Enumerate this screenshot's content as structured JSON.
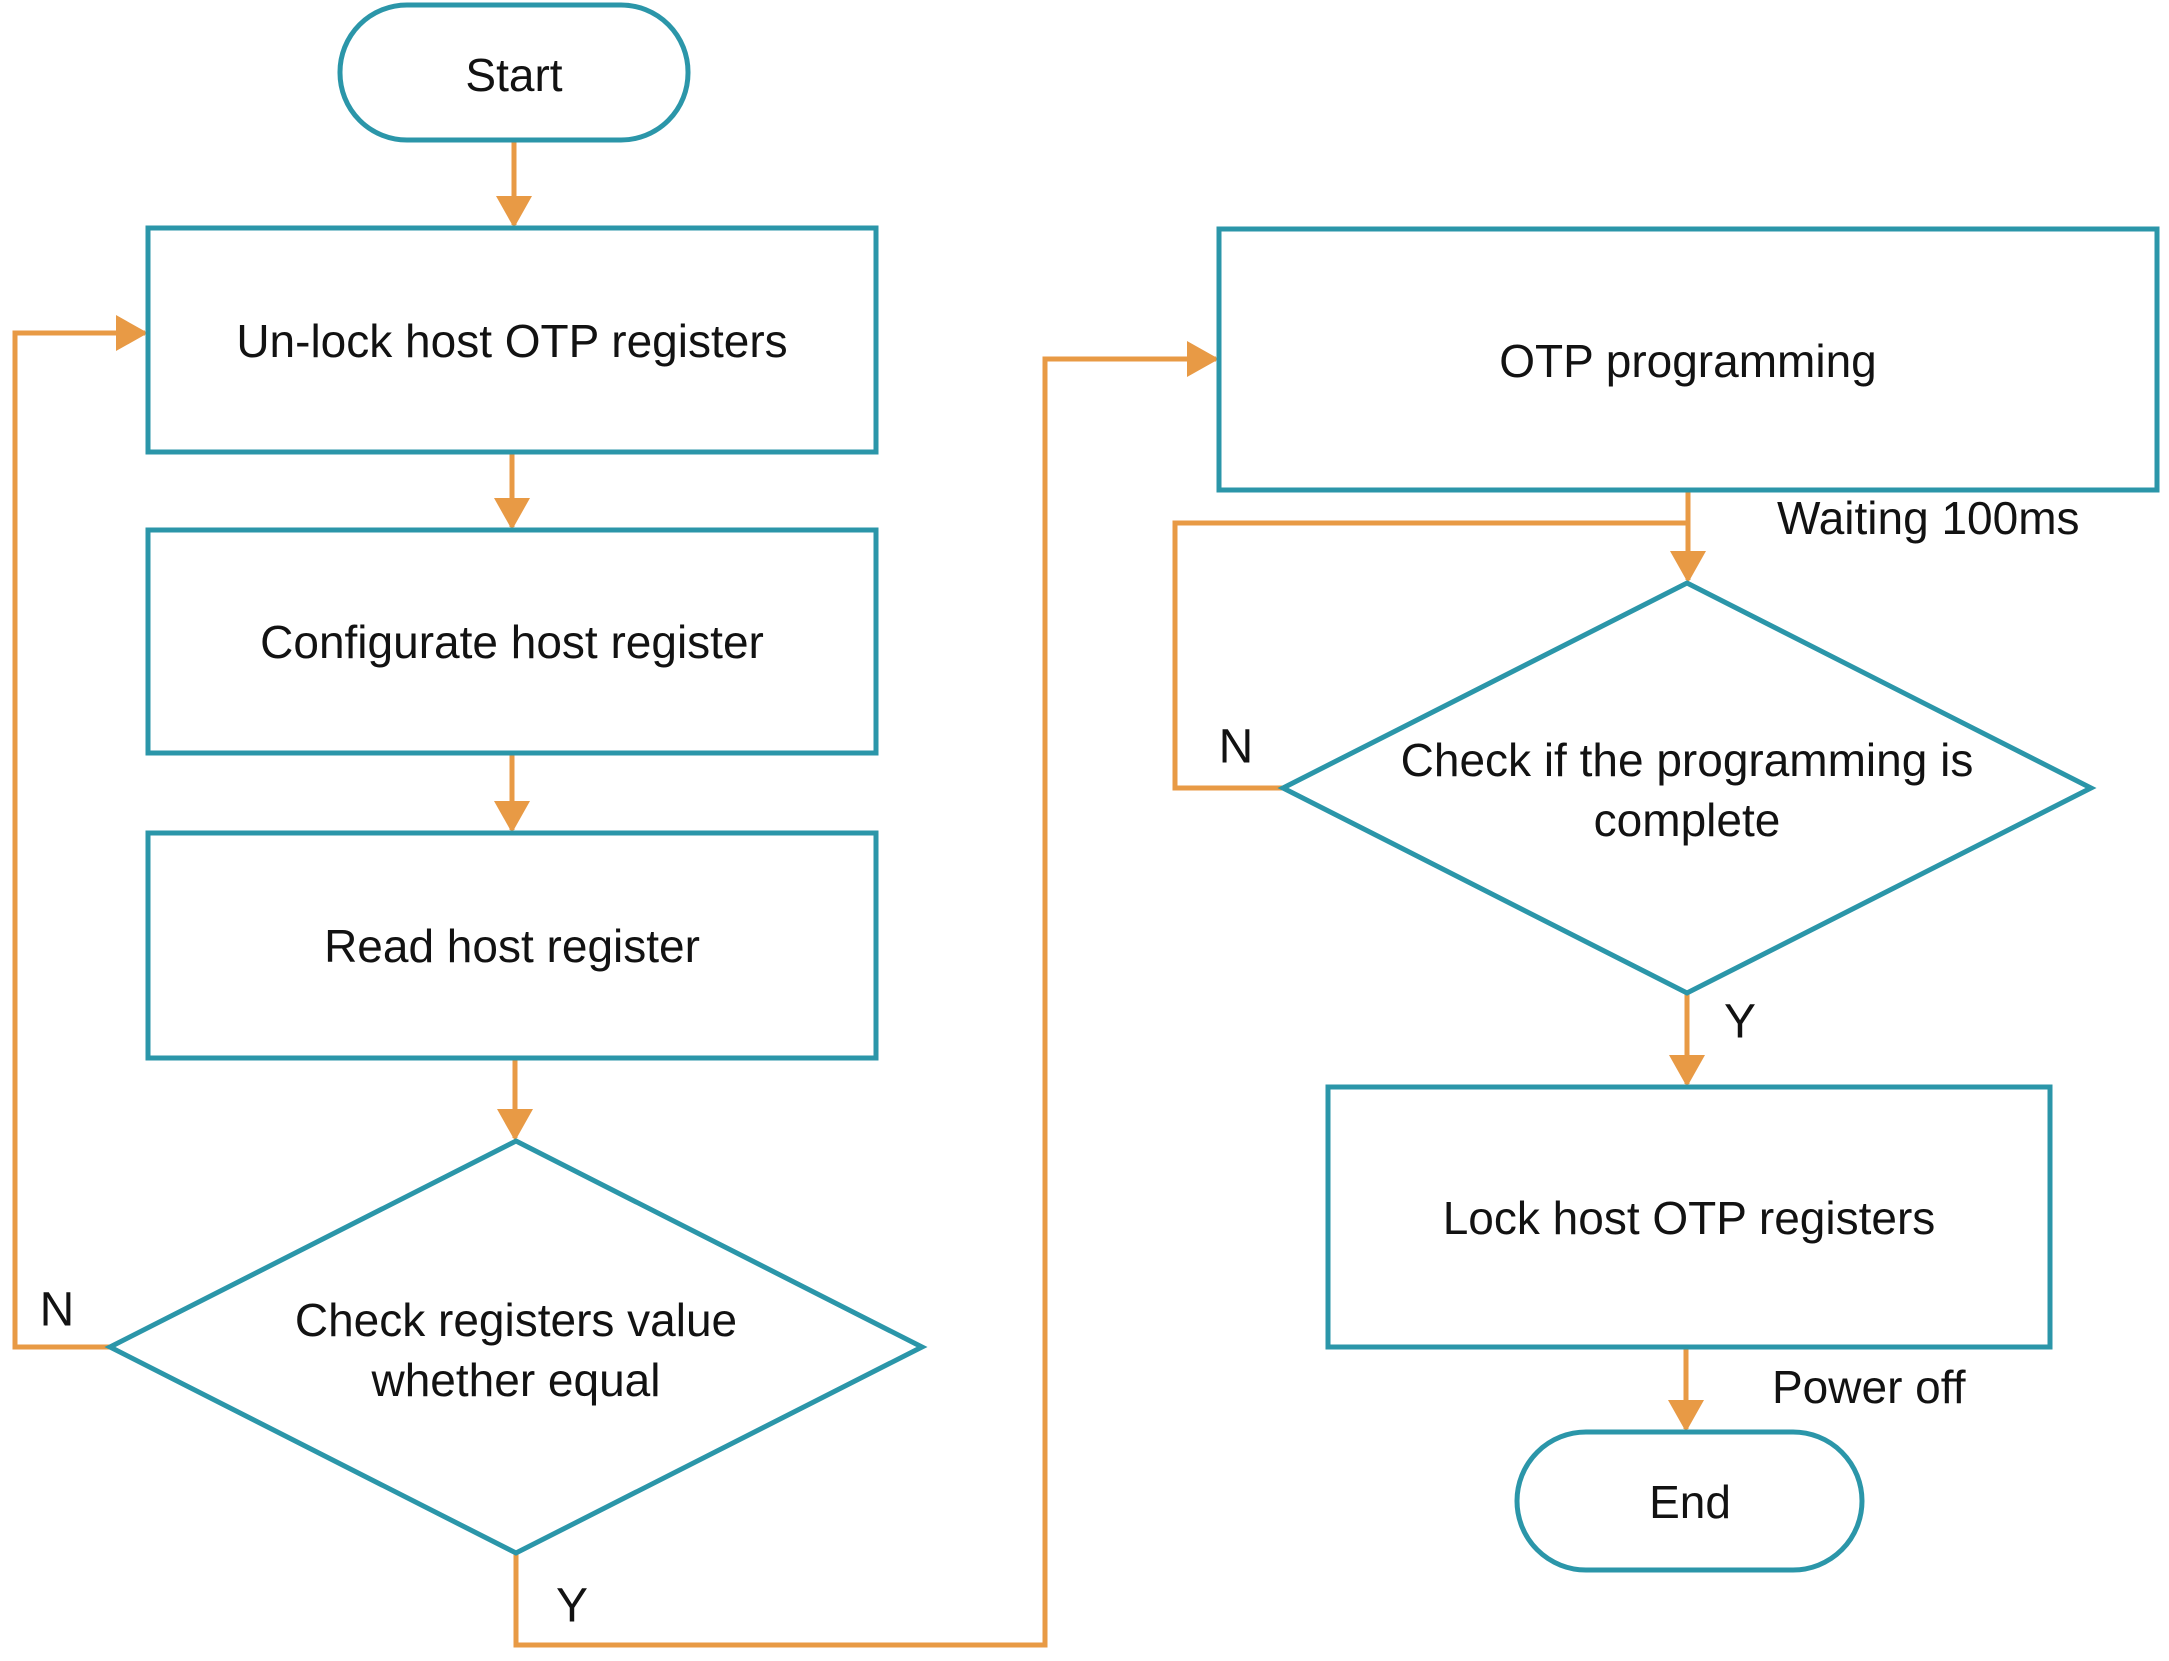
{
  "colors": {
    "shape_border": "#2b96a9",
    "arrow": "#e89a45",
    "text": "#121212",
    "background": "#ffffff"
  },
  "diagram": {
    "nodes": {
      "start": {
        "type": "terminator",
        "label": "Start"
      },
      "unlock": {
        "type": "process",
        "label": "Un-lock host OTP registers"
      },
      "configurate": {
        "type": "process",
        "label": "Configurate host register"
      },
      "read": {
        "type": "process",
        "label": "Read host register"
      },
      "check_registers": {
        "type": "decision",
        "lines": [
          "Check registers value",
          "whether equal"
        ]
      },
      "otp_programming": {
        "type": "process",
        "label": "OTP programming"
      },
      "check_programming": {
        "type": "decision",
        "lines": [
          "Check if the programming is",
          "complete"
        ]
      },
      "lock": {
        "type": "process",
        "label": "Lock host OTP registers"
      },
      "end": {
        "type": "terminator",
        "label": "End"
      }
    },
    "edge_labels": {
      "check_registers_no": "N",
      "check_registers_yes": "Y",
      "check_programming_no": "N",
      "check_programming_yes": "Y",
      "waiting": "Waiting 100ms",
      "power_off": "Power off"
    }
  }
}
